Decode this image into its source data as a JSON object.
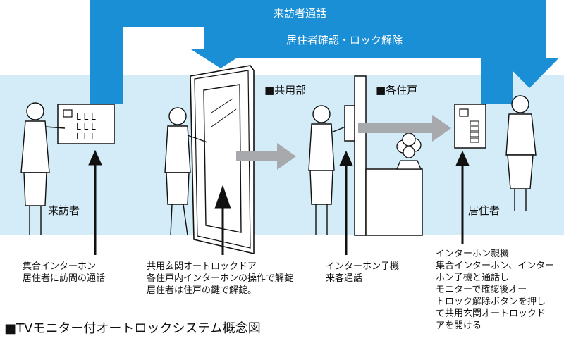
{
  "title": "■TVモニター付オートロックシステム概念図",
  "arrows": {
    "visitor_call": "来訪者通話",
    "resident_confirm": "居住者確認・ロック解除"
  },
  "zones": {
    "common_area": "■共用部",
    "each_unit": "■各住戸"
  },
  "people": {
    "visitor": "来訪者",
    "resident": "居住者"
  },
  "captions": {
    "collective": [
      "集合インターホン",
      "居住者に訪問の通話"
    ],
    "door": [
      "共用玄関オートロックドア",
      "各住戸内インターホンの操作で解錠",
      "居住者は住戸の鍵で解錠。"
    ],
    "door_intercom": [
      "インターホン子機",
      "来客通話"
    ],
    "master": [
      "インターホン親機",
      "集合インターホン、インター",
      "ホン子機と通話し",
      "モニターで確認後オー",
      "トロック解除ボタンを押し",
      "て共用玄関オートロックド",
      "アを開ける"
    ]
  },
  "colors": {
    "blue_arrow": "#1b8fd6",
    "background_band": "#d4ecf8",
    "gray_arrow": "#a7a9ac"
  }
}
